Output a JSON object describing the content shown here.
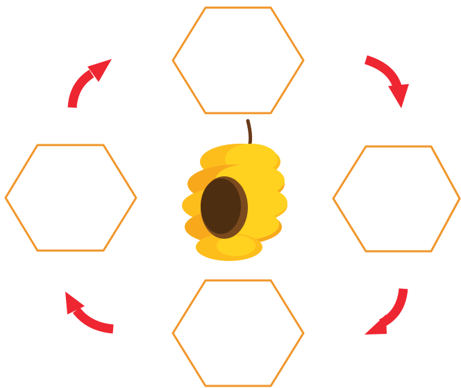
{
  "diagram": {
    "type": "cycle",
    "center_icon": "beehive-icon",
    "nodes": [
      {
        "id": "top",
        "label": ""
      },
      {
        "id": "right",
        "label": ""
      },
      {
        "id": "bottom",
        "label": ""
      },
      {
        "id": "left",
        "label": ""
      }
    ],
    "flow_direction": "clockwise",
    "colors": {
      "hexagon_outline": "#F0962A",
      "arrow": "#EE2631",
      "hive_light": "#FFD21F",
      "hive_mid": "#FDBE1C",
      "hive_dark": "#F7A91B",
      "hive_entrance": "#4E2E10",
      "hive_stem": "#6A3A1A",
      "background": "#FFFFFF"
    }
  }
}
